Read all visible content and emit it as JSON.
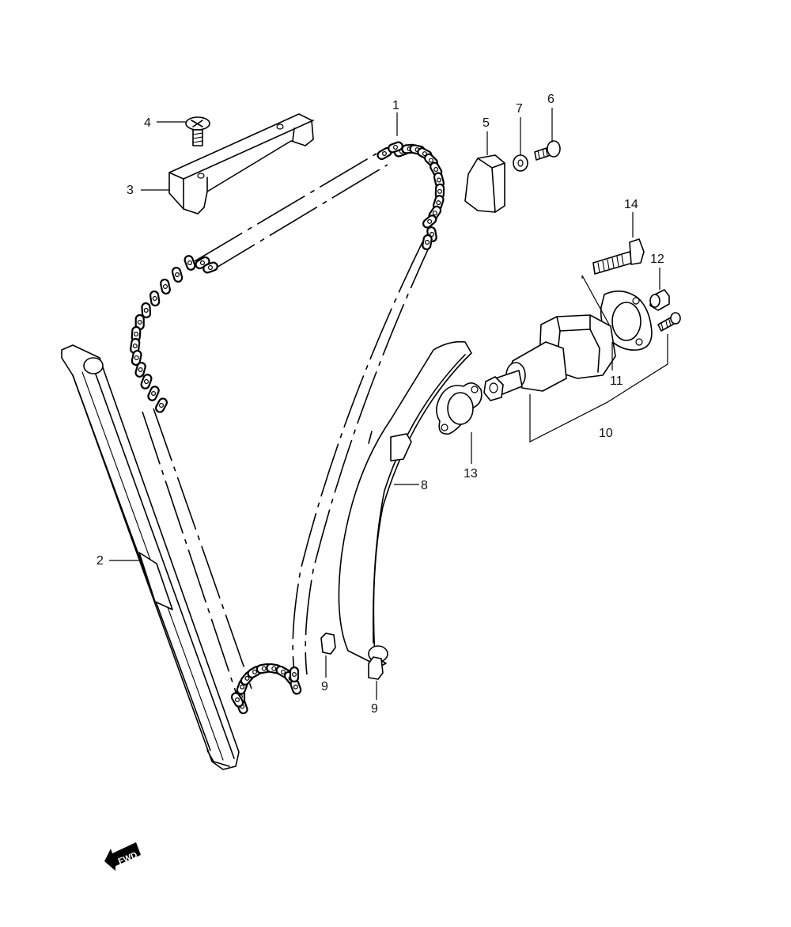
{
  "diagram": {
    "callouts": [
      {
        "id": "1",
        "text": "1"
      },
      {
        "id": "2",
        "text": "2"
      },
      {
        "id": "3",
        "text": "3"
      },
      {
        "id": "4",
        "text": "4"
      },
      {
        "id": "5",
        "text": "5"
      },
      {
        "id": "6",
        "text": "6"
      },
      {
        "id": "7",
        "text": "7"
      },
      {
        "id": "8",
        "text": "8"
      },
      {
        "id": "9a",
        "text": "9"
      },
      {
        "id": "9b",
        "text": "9"
      },
      {
        "id": "10",
        "text": "10"
      },
      {
        "id": "11",
        "text": "11"
      },
      {
        "id": "12",
        "text": "12"
      },
      {
        "id": "13",
        "text": "13"
      },
      {
        "id": "14",
        "text": "14"
      }
    ],
    "fwd_label": "FWD"
  }
}
